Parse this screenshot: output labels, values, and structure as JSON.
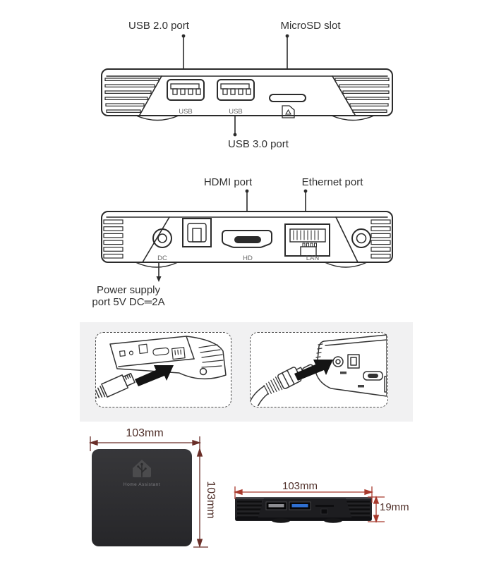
{
  "front": {
    "label_usb2": "USB 2.0 port",
    "label_microsd": "MicroSD slot",
    "label_usb3": "USB 3.0 port",
    "port_usb_left": "USB",
    "port_usb_right": "USB"
  },
  "back": {
    "label_hdmi": "HDMI port",
    "label_ethernet": "Ethernet port",
    "power_line1": "Power supply",
    "power_line2": "port 5V DC═2A",
    "port_dc": "DC",
    "port_hd": "HD",
    "port_lan": "LAN"
  },
  "dims": {
    "top_width": "103mm",
    "top_height": "103mm",
    "side_width": "103mm",
    "side_height": "19mm",
    "logo": "Home Assistant"
  },
  "colors": {
    "line": "#2b2b2b",
    "sublabel": "#666666",
    "dim_left": "#6a2e28",
    "dim_right": "#a8392c",
    "photo_bg": "#f1f1f2",
    "box_dark": "#2c2c2e",
    "usb3_blue": "#2f6fd0"
  }
}
